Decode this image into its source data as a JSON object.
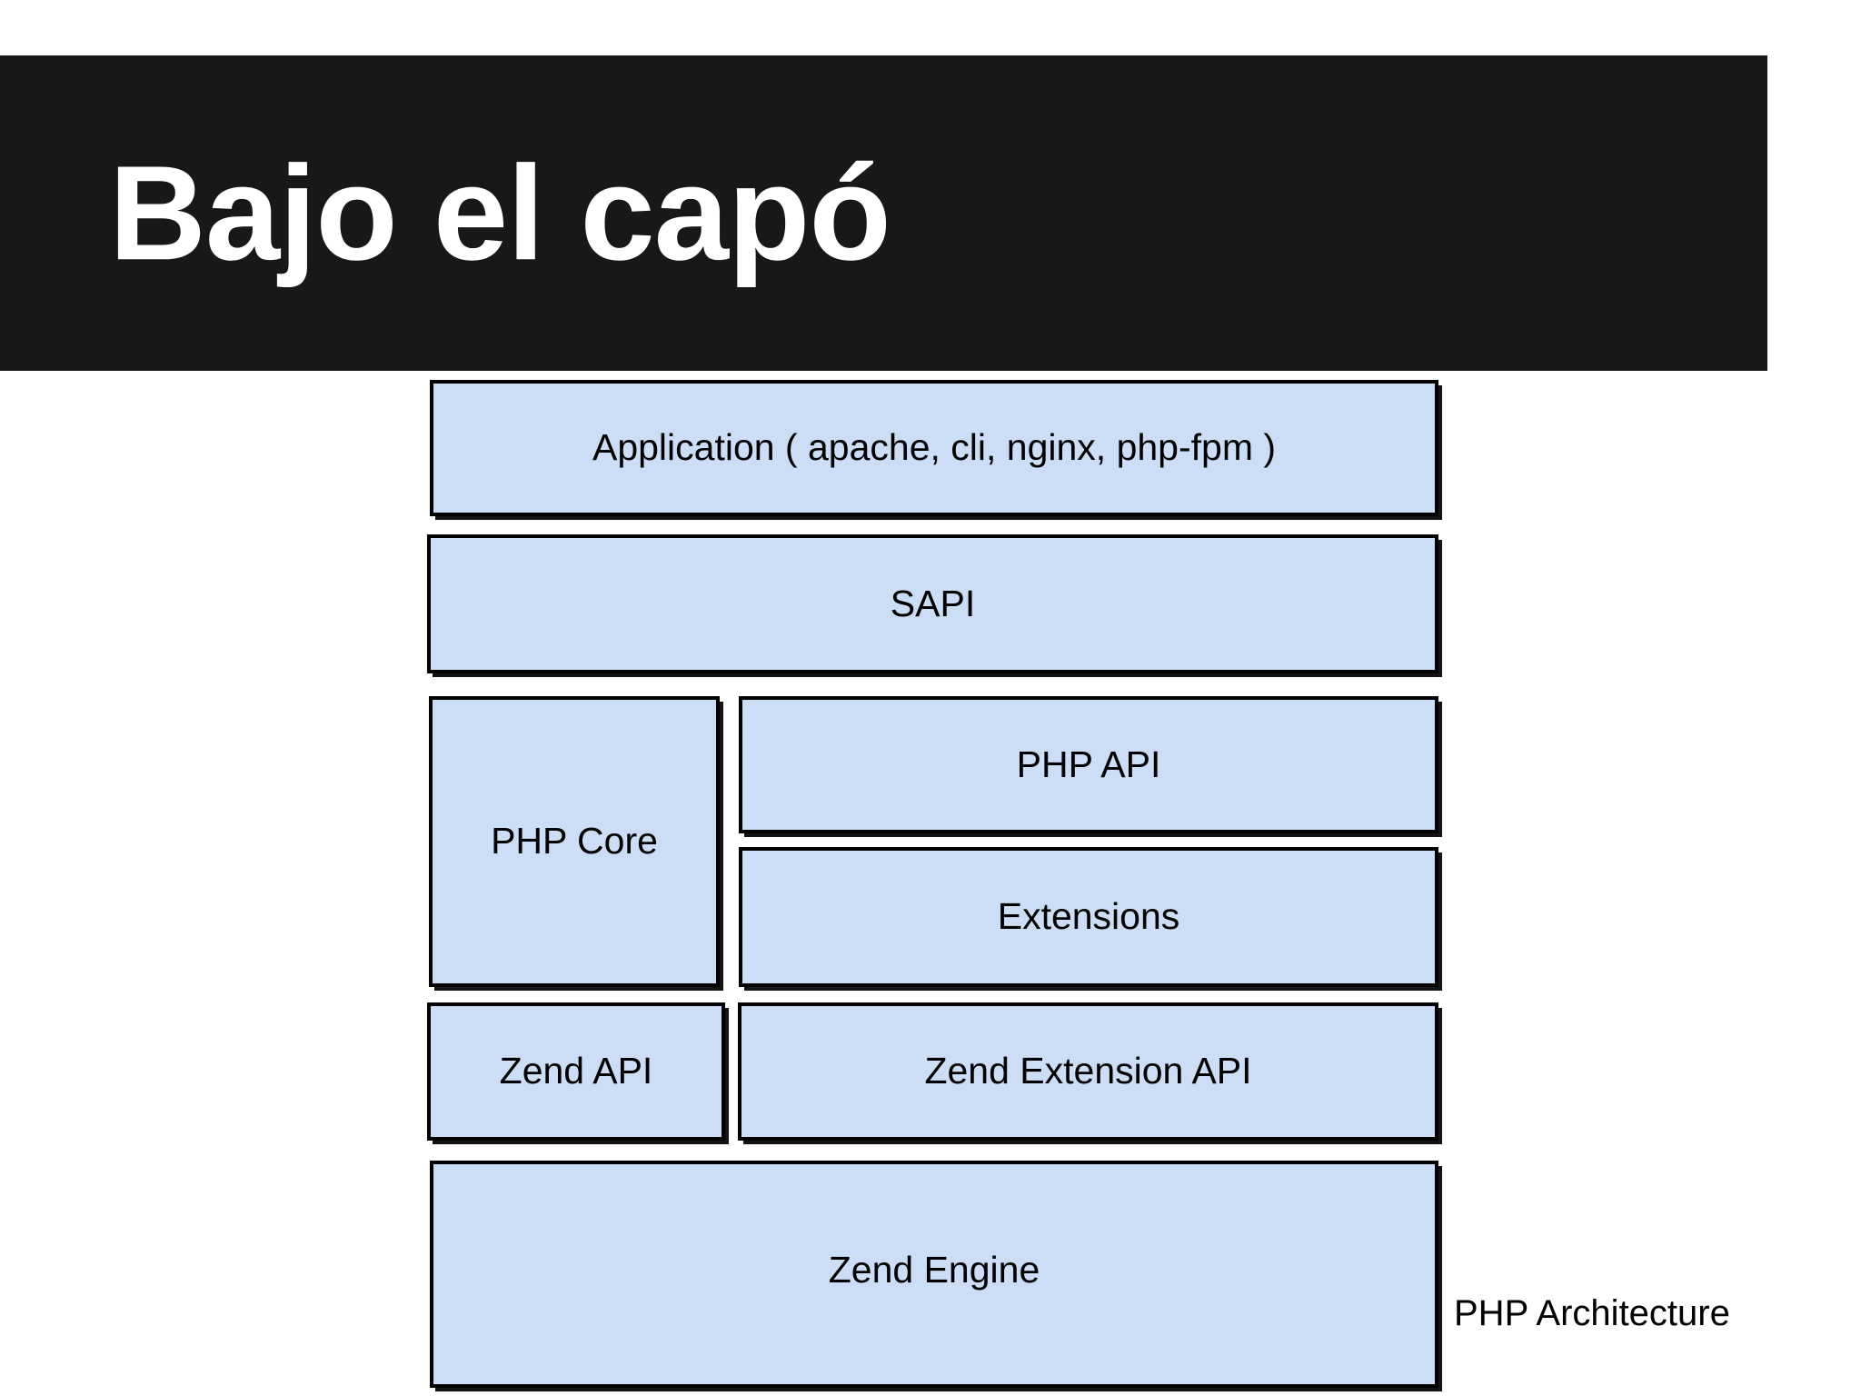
{
  "slide": {
    "title": "Bajo el capó",
    "banner_color": "#181818",
    "title_color": "#ffffff",
    "background_color": "#ffffff"
  },
  "diagram": {
    "caption": "PHP Architecture",
    "box_fill_color": "#cbdef5",
    "box_border_color": "#000000",
    "layers": [
      {
        "id": "application",
        "label": "Application ( apache, cli, nginx, php-fpm )"
      },
      {
        "id": "sapi",
        "label": "SAPI"
      },
      {
        "id": "php-core",
        "label": "PHP Core"
      },
      {
        "id": "php-api",
        "label": "PHP API"
      },
      {
        "id": "extensions",
        "label": "Extensions"
      },
      {
        "id": "zend-api",
        "label": "Zend API"
      },
      {
        "id": "zend-ext-api",
        "label": "Zend Extension API"
      },
      {
        "id": "zend-engine",
        "label": "Zend Engine"
      }
    ]
  }
}
